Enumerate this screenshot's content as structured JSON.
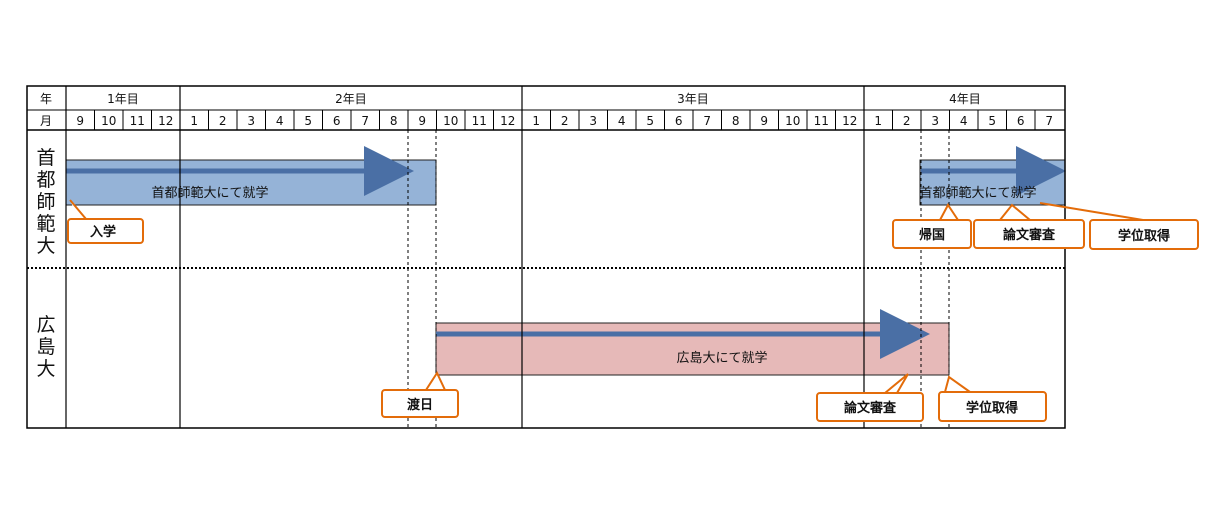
{
  "header": {
    "year_label": "年",
    "month_label": "月",
    "years": [
      "1年目",
      "2年目",
      "3年目",
      "4年目"
    ],
    "months": [
      "9",
      "10",
      "11",
      "12",
      "1",
      "2",
      "3",
      "4",
      "5",
      "6",
      "7",
      "8",
      "9",
      "10",
      "11",
      "12",
      "1",
      "2",
      "3",
      "4",
      "5",
      "6",
      "7",
      "8",
      "9",
      "10",
      "11",
      "12",
      "1",
      "2",
      "3",
      "4",
      "5",
      "6",
      "7"
    ]
  },
  "rows": {
    "capital_normal": [
      "首",
      "都",
      "師",
      "範",
      "大"
    ],
    "hiroshima": [
      "広",
      "島",
      "大"
    ]
  },
  "bars": {
    "bar1_label": "首都師範大にて就学",
    "bar2_label": "首都師範大にて就学",
    "bar3_label": "広島大にて就学"
  },
  "callouts": {
    "enroll": "入学",
    "return_home": "帰国",
    "thesis_review_1": "論文審査",
    "degree_1": "学位取得",
    "to_japan": "渡日",
    "thesis_review_2": "論文審査",
    "degree_2": "学位取得"
  },
  "colors": {
    "blue_bar": "#95b3d7",
    "pink_bar": "#e6b9b8",
    "arrow": "#4a6fa5",
    "callout": "#e36c0a"
  }
}
